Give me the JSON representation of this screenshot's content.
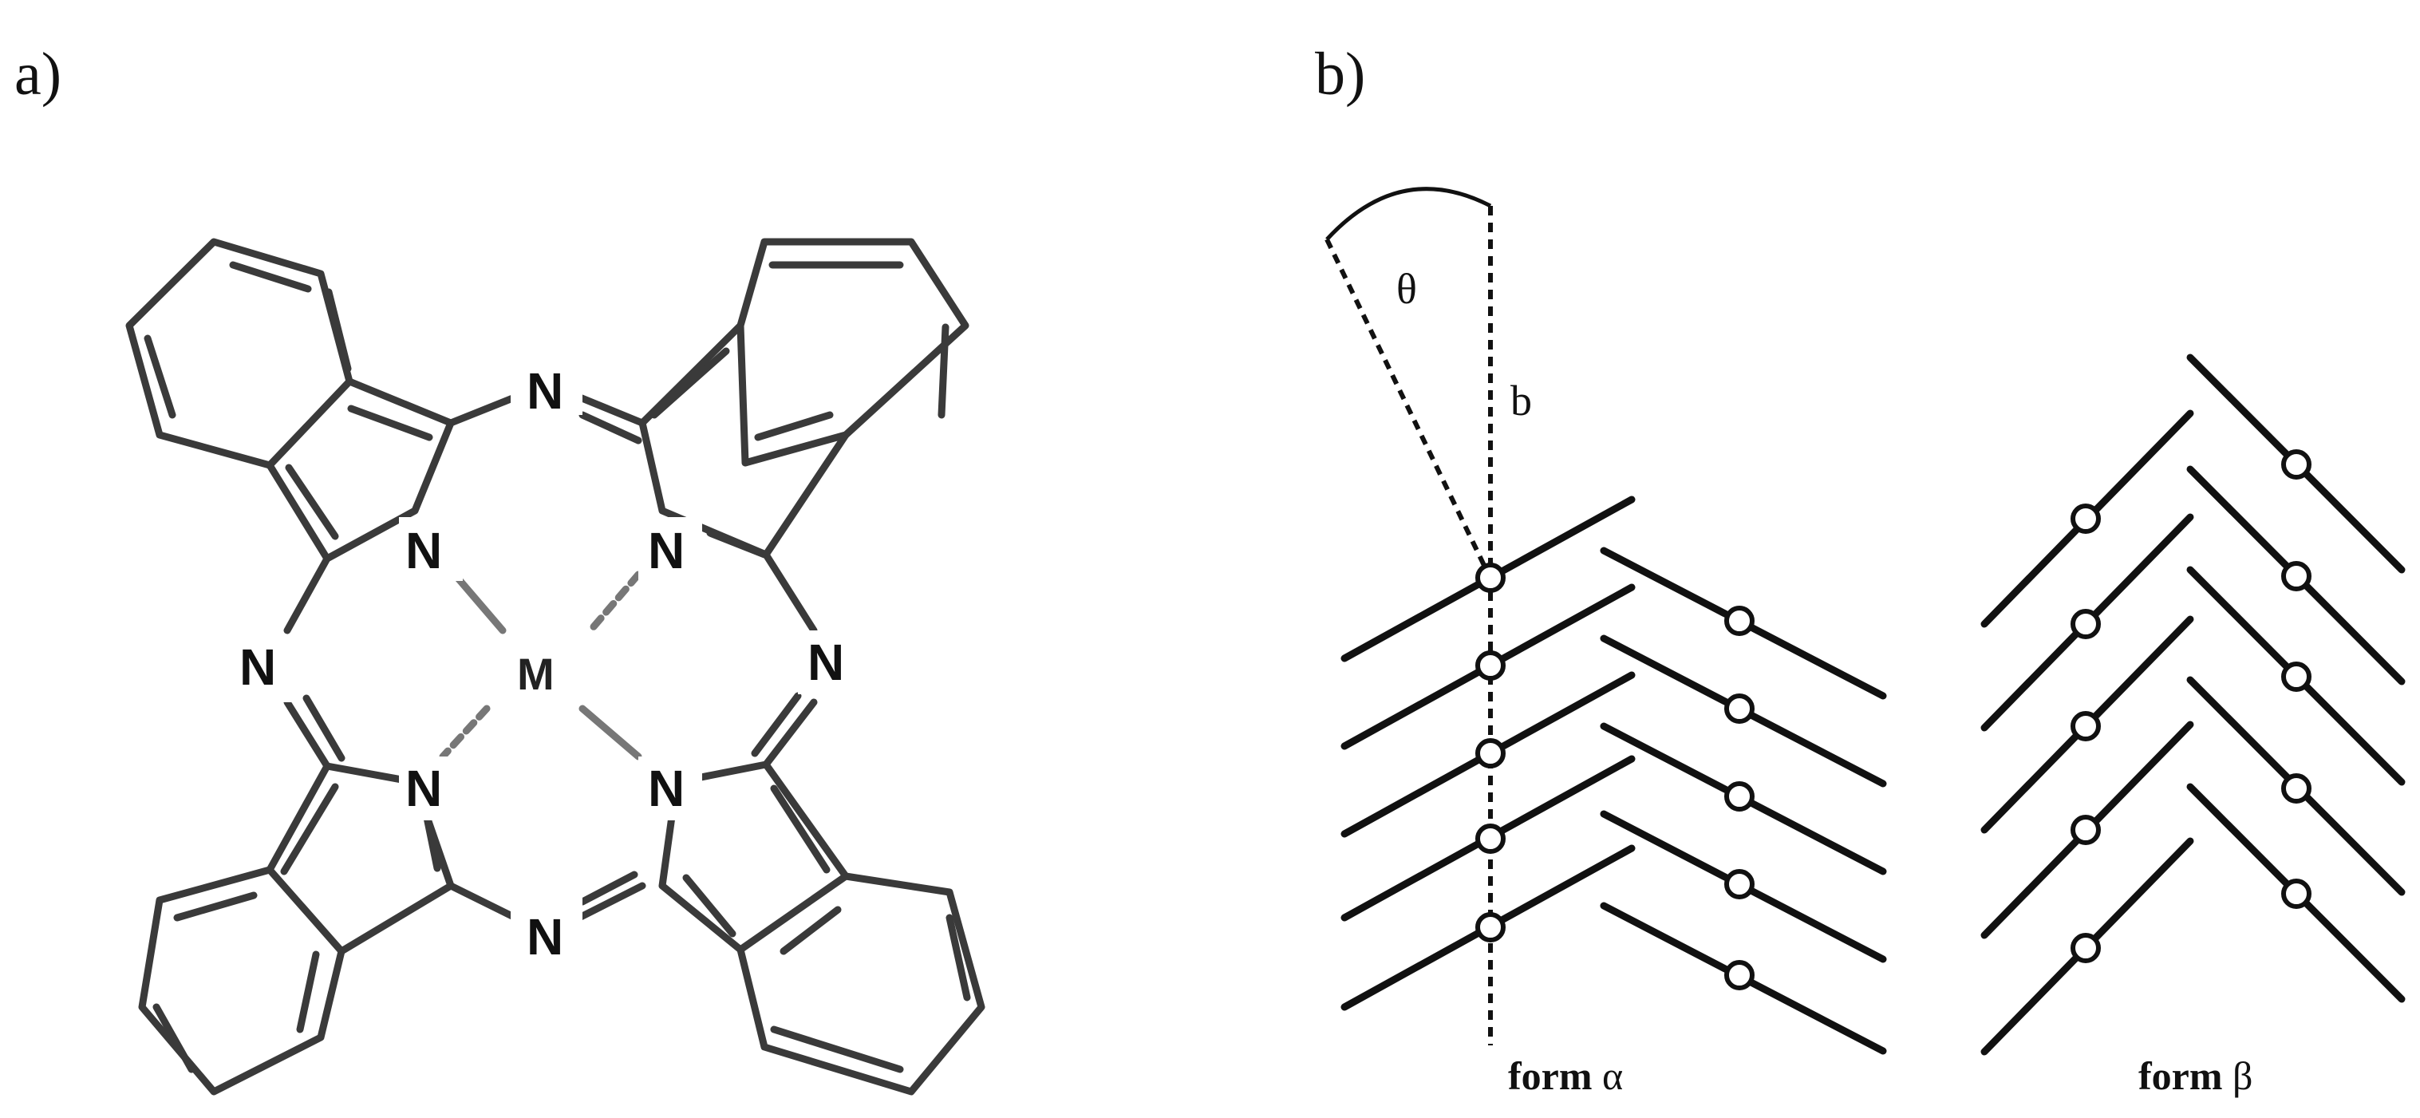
{
  "panels": {
    "a_label": "a)",
    "b_label": "b)"
  },
  "molecule": {
    "center_atom": "M",
    "nitrogen_symbol": "N"
  },
  "stacking": {
    "angle_symbol": "θ",
    "axis_symbol": "b",
    "form_alpha": {
      "prefix": "form",
      "greek": "α"
    },
    "form_beta": {
      "prefix": "form",
      "greek": "β"
    }
  }
}
